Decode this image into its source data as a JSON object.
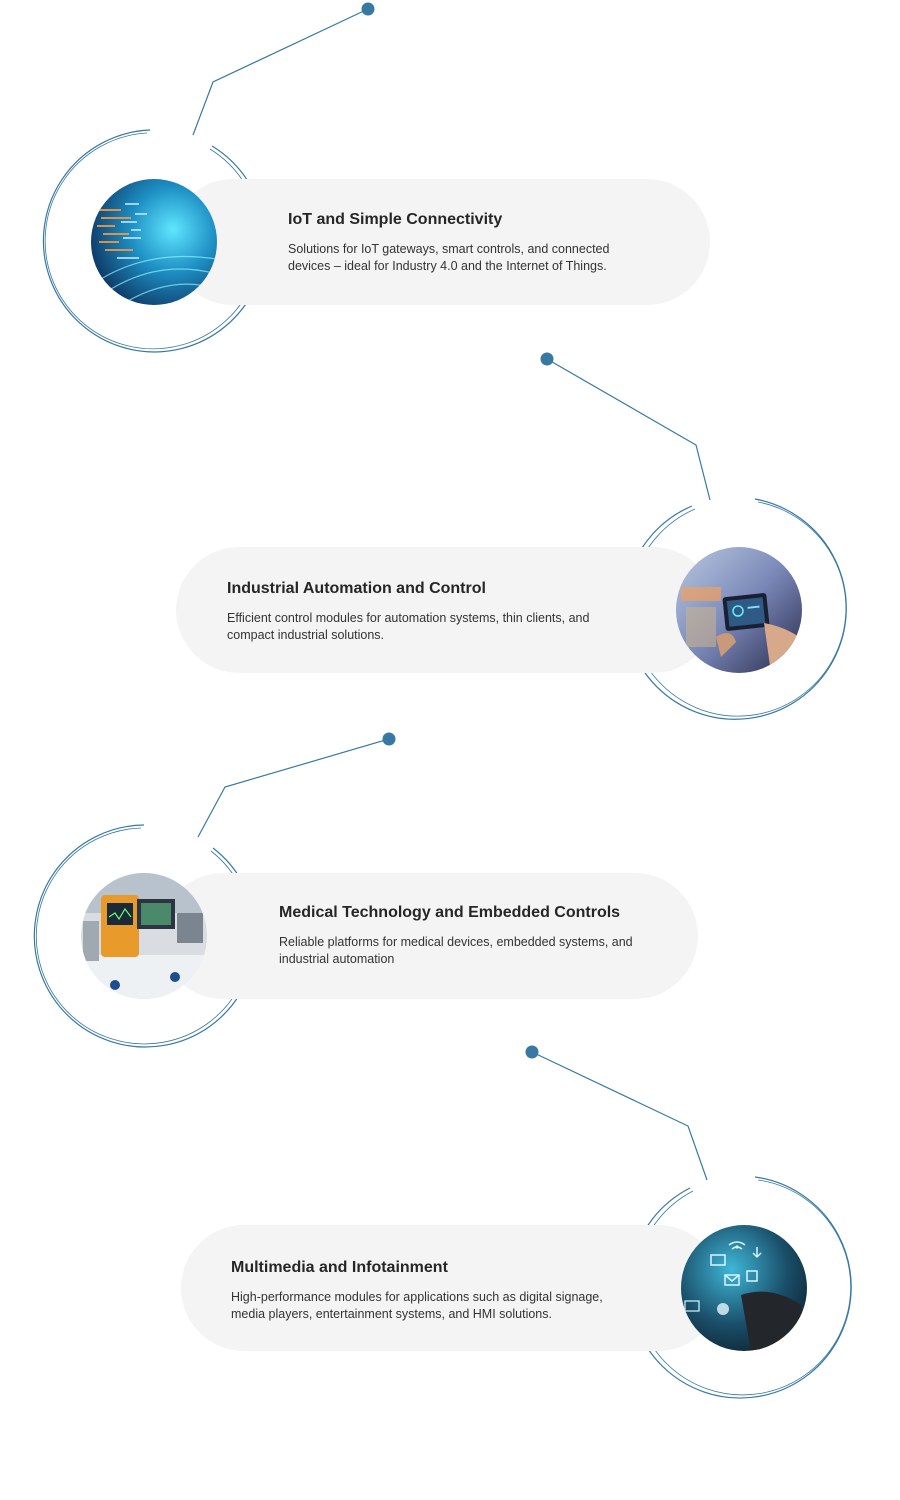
{
  "accent_color": "#3779a3",
  "card_background": "#f4f4f4",
  "sections": [
    {
      "title": "IoT and Simple Connectivity",
      "description": "Solutions for IoT gateways, smart controls, and connected devices – ideal for Industry 4.0 and the Internet of Things.",
      "image": "circuit-code-image"
    },
    {
      "title": "Industrial Automation and Control",
      "description": "Efficient control modules for automation systems, thin clients, and compact industrial solutions.",
      "image": "factory-tablet-image"
    },
    {
      "title": "Medical Technology and Embedded Controls",
      "description": "Reliable platforms for medical devices, embedded systems, and industrial automation",
      "image": "medical-monitors-image"
    },
    {
      "title": "Multimedia and Infotainment",
      "description": "High-performance modules for applications such as digital signage, media players, entertainment systems, and HMI solutions.",
      "image": "multimedia-icons-image"
    }
  ]
}
